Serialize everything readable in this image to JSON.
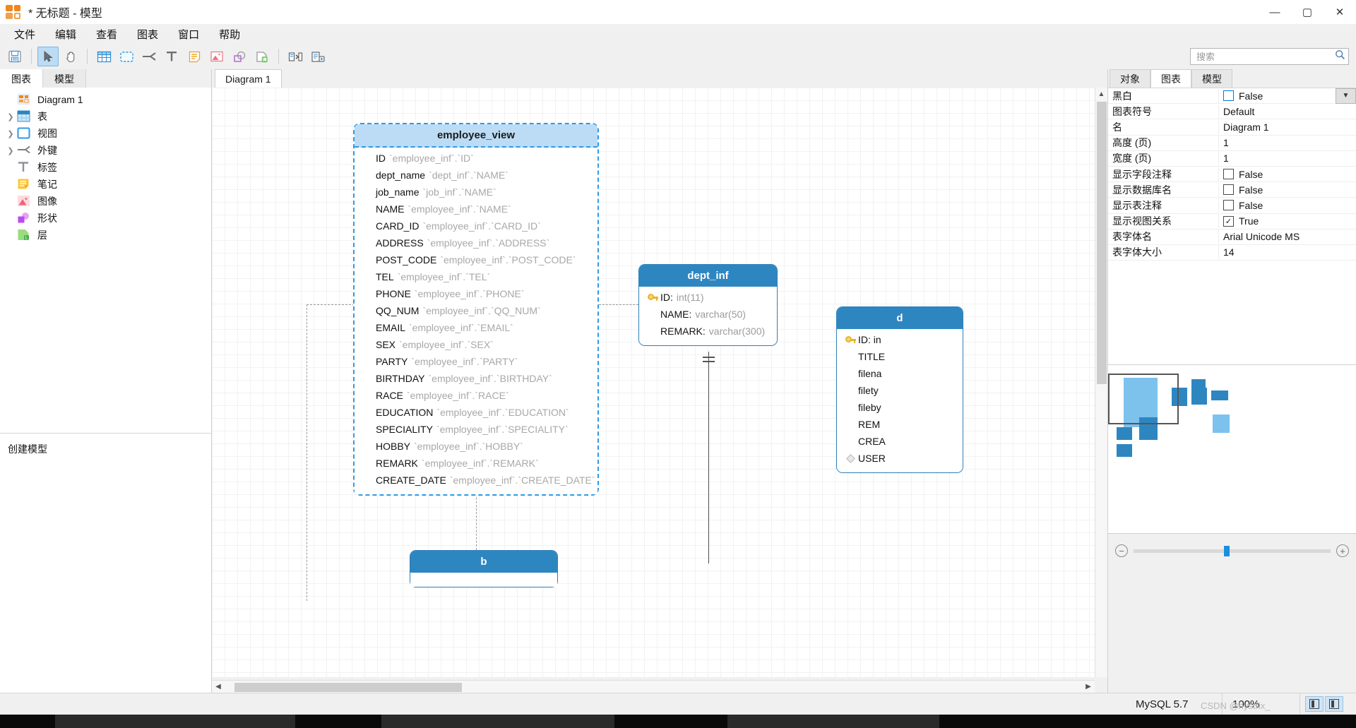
{
  "window": {
    "title": "* 无标题 - 模型",
    "app_icon": "model-app-icon",
    "minimize": "—",
    "maximize": "▢",
    "close": "✕"
  },
  "menu": {
    "items": [
      "文件",
      "编辑",
      "查看",
      "图表",
      "窗口",
      "帮助"
    ]
  },
  "toolbar": {
    "buttons": [
      {
        "name": "save-icon",
        "label": "保存"
      },
      {
        "name": "pointer-icon",
        "label": "选择",
        "active": true
      },
      {
        "name": "hand-icon",
        "label": "平移"
      },
      {
        "name": "table-icon",
        "label": "表"
      },
      {
        "name": "view-icon",
        "label": "视图"
      },
      {
        "name": "foreign-key-icon",
        "label": "外键"
      },
      {
        "name": "label-icon",
        "label": "标签"
      },
      {
        "name": "note-icon",
        "label": "笔记"
      },
      {
        "name": "image-icon",
        "label": "图像"
      },
      {
        "name": "shape-icon",
        "label": "形状"
      },
      {
        "name": "layer-icon",
        "label": "层"
      },
      {
        "name": "compare-icon",
        "label": "比较"
      },
      {
        "name": "export-sql-icon",
        "label": "导出 SQL"
      }
    ]
  },
  "search": {
    "placeholder": "搜索",
    "value": "",
    "icon": "search-icon"
  },
  "sidebar": {
    "tabs": [
      {
        "label": "图表",
        "active": true
      },
      {
        "label": "模型",
        "active": false
      }
    ],
    "tree": [
      {
        "label": "Diagram 1",
        "icon": "diagram-icon",
        "expandable": false
      },
      {
        "label": "表",
        "icon": "table-icon",
        "expandable": true
      },
      {
        "label": "视图",
        "icon": "view-icon",
        "expandable": true
      },
      {
        "label": "外键",
        "icon": "foreign-key-icon",
        "expandable": true
      },
      {
        "label": "标签",
        "icon": "label-icon",
        "expandable": false
      },
      {
        "label": "笔记",
        "icon": "note-icon",
        "expandable": false
      },
      {
        "label": "图像",
        "icon": "image-icon",
        "expandable": false
      },
      {
        "label": "形状",
        "icon": "shape-icon",
        "expandable": false
      },
      {
        "label": "层",
        "icon": "layer-icon",
        "expandable": false
      }
    ],
    "footer_label": "创建模型"
  },
  "document_tabs": [
    {
      "label": "Diagram 1",
      "active": true
    }
  ],
  "diagram": {
    "view": {
      "name": "employee_view",
      "selected": true,
      "fields": [
        {
          "name": "ID",
          "source": "`employee_inf`.`ID`"
        },
        {
          "name": "dept_name",
          "source": "`dept_inf`.`NAME`"
        },
        {
          "name": "job_name",
          "source": "`job_inf`.`NAME`"
        },
        {
          "name": "NAME",
          "source": "`employee_inf`.`NAME`"
        },
        {
          "name": "CARD_ID",
          "source": "`employee_inf`.`CARD_ID`"
        },
        {
          "name": "ADDRESS",
          "source": "`employee_inf`.`ADDRESS`"
        },
        {
          "name": "POST_CODE",
          "source": "`employee_inf`.`POST_CODE`"
        },
        {
          "name": "TEL",
          "source": "`employee_inf`.`TEL`"
        },
        {
          "name": "PHONE",
          "source": "`employee_inf`.`PHONE`"
        },
        {
          "name": "QQ_NUM",
          "source": "`employee_inf`.`QQ_NUM`"
        },
        {
          "name": "EMAIL",
          "source": "`employee_inf`.`EMAIL`"
        },
        {
          "name": "SEX",
          "source": "`employee_inf`.`SEX`"
        },
        {
          "name": "PARTY",
          "source": "`employee_inf`.`PARTY`"
        },
        {
          "name": "BIRTHDAY",
          "source": "`employee_inf`.`BIRTHDAY`"
        },
        {
          "name": "RACE",
          "source": "`employee_inf`.`RACE`"
        },
        {
          "name": "EDUCATION",
          "source": "`employee_inf`.`EDUCATION`"
        },
        {
          "name": "SPECIALITY",
          "source": "`employee_inf`.`SPECIALITY`"
        },
        {
          "name": "HOBBY",
          "source": "`employee_inf`.`HOBBY`"
        },
        {
          "name": "REMARK",
          "source": "`employee_inf`.`REMARK`"
        },
        {
          "name": "CREATE_DATE",
          "source": "`employee_inf`.`CREATE_DATE`"
        }
      ]
    },
    "tables": [
      {
        "id": "dept_inf",
        "name": "dept_inf",
        "fields": [
          {
            "icon": "primary-key-icon",
            "name": "ID",
            "type": "int(11)"
          },
          {
            "icon": "",
            "name": "NAME",
            "type": "varchar(50)"
          },
          {
            "icon": "",
            "name": "REMARK",
            "type": "varchar(300)"
          }
        ]
      },
      {
        "id": "document_inf",
        "name": "d",
        "clipped": true,
        "fields": [
          {
            "icon": "primary-key-icon",
            "name": "ID: in",
            "type": ""
          },
          {
            "icon": "",
            "name": "TITLE",
            "type": ""
          },
          {
            "icon": "",
            "name": "filena",
            "type": ""
          },
          {
            "icon": "",
            "name": "filety",
            "type": ""
          },
          {
            "icon": "",
            "name": "fileby",
            "type": ""
          },
          {
            "icon": "",
            "name": "REM",
            "type": ""
          },
          {
            "icon": "",
            "name": "CREA",
            "type": ""
          },
          {
            "icon": "index-icon",
            "name": "USER",
            "type": ""
          }
        ]
      },
      {
        "id": "bottom_table",
        "name": "b",
        "clipped": true,
        "fields": []
      }
    ]
  },
  "right_panel": {
    "tabs": [
      {
        "label": "对象",
        "active": false
      },
      {
        "label": "图表",
        "active": true
      },
      {
        "label": "模型",
        "active": false
      }
    ],
    "properties": [
      {
        "name": "黑白",
        "value": "False",
        "type": "checkbox",
        "checked": false,
        "selected": true
      },
      {
        "name": "图表符号",
        "value": "Default",
        "type": "text"
      },
      {
        "name": "名",
        "value": "Diagram 1",
        "type": "text"
      },
      {
        "name": "高度 (页)",
        "value": "1",
        "type": "text"
      },
      {
        "name": "宽度 (页)",
        "value": "1",
        "type": "text"
      },
      {
        "name": "显示字段注释",
        "value": "False",
        "type": "checkbox",
        "checked": false
      },
      {
        "name": "显示数据库名",
        "value": "False",
        "type": "checkbox",
        "checked": false
      },
      {
        "name": "显示表注释",
        "value": "False",
        "type": "checkbox",
        "checked": false
      },
      {
        "name": "显示视图关系",
        "value": "True",
        "type": "checkbox",
        "checked": true
      },
      {
        "name": "表字体名",
        "value": "Arial Unicode MS",
        "type": "text"
      },
      {
        "name": "表字体大小",
        "value": "14",
        "type": "text"
      }
    ],
    "zoom_controls": {
      "zoom_out": "−",
      "zoom_in": "+"
    }
  },
  "statusbar": {
    "database": "MySQL 5.7",
    "zoom": "100%",
    "watermark": "CSDN @hystrix_"
  },
  "colors": {
    "table_header": "#2e86c1",
    "view_header": "#bbdcf4",
    "selection_border": "#2f9ae5",
    "accent": "#0078d7",
    "key_gold": "#e8b230"
  }
}
